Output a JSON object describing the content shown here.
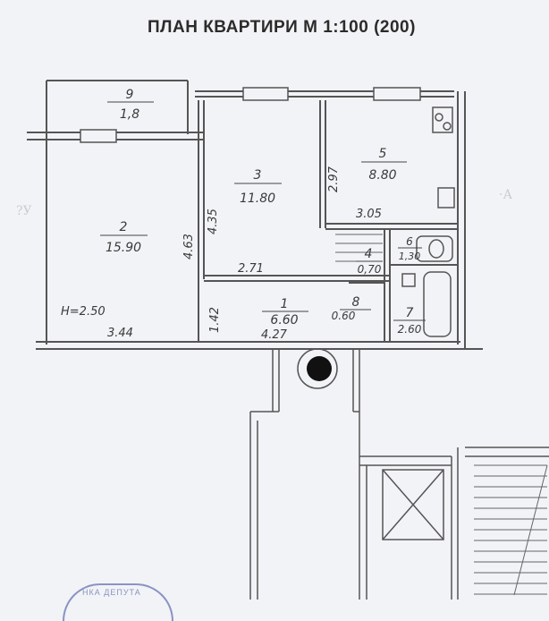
{
  "title": "ПЛАН КВАРТИРИ М 1:100 (200)",
  "rooms": [
    {
      "number": "9",
      "area": "1,8"
    },
    {
      "number": "2",
      "area": "15.90"
    },
    {
      "number": "3",
      "area": "11.80"
    },
    {
      "number": "5",
      "area": "8.80"
    },
    {
      "number": "4",
      "area": "0,70"
    },
    {
      "number": "6",
      "area": "1,30"
    },
    {
      "number": "1",
      "area": "6.60"
    },
    {
      "number": "8",
      "area": "0.60"
    },
    {
      "number": "7",
      "area": "2.60"
    }
  ],
  "dimensions": {
    "d463": "4.63",
    "d435": "4.35",
    "d297": "2.97",
    "d305": "3.05",
    "d271": "2.71",
    "d142": "1.42",
    "d344": "3.44",
    "d427": "4.27"
  },
  "ceiling_height": "H=2.50",
  "stamp_text": "НКА ДЕПУТА"
}
